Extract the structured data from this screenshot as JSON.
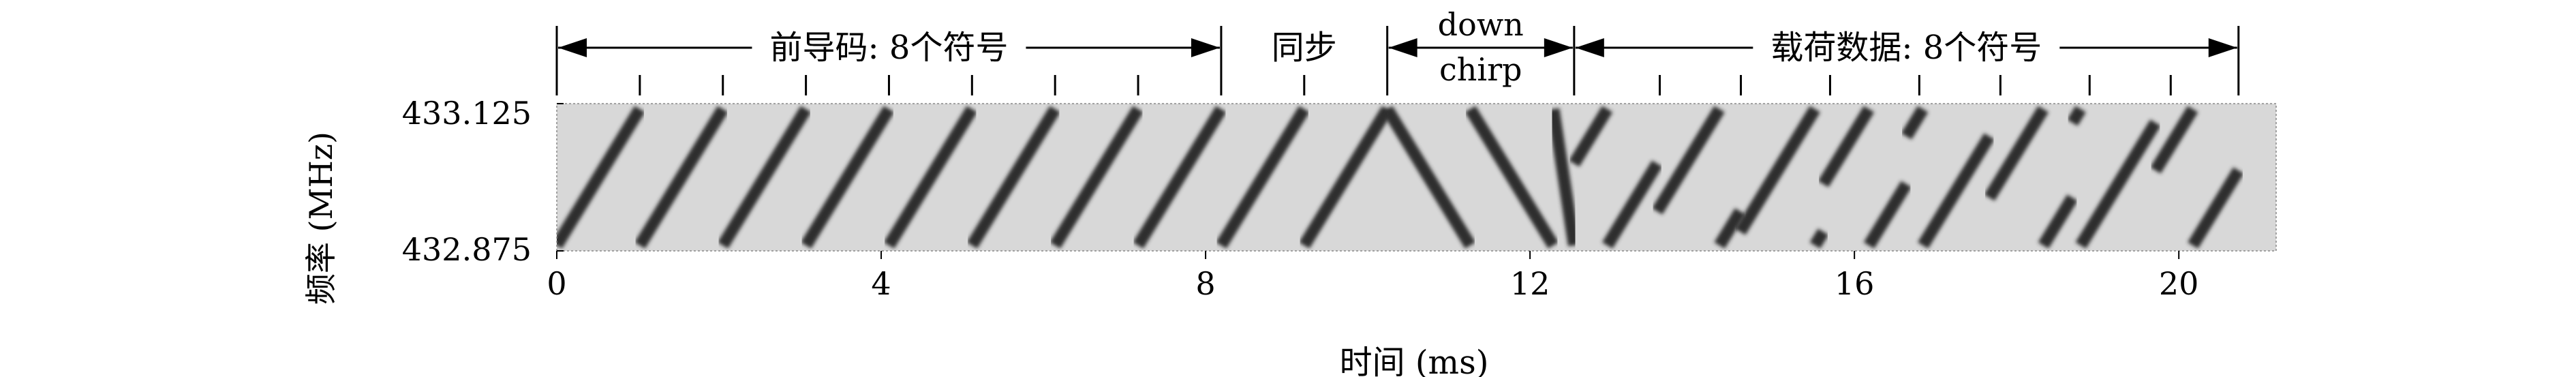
{
  "chart_data": {
    "type": "heatmap",
    "subtype": "spectrogram",
    "title": "",
    "xlabel": "时间 (ms)",
    "ylabel": "频率 (MHz)",
    "xlim": [
      0,
      21.2
    ],
    "ylim": [
      432.875,
      433.125
    ],
    "x_ticks": [
      0,
      4,
      8,
      12,
      16,
      20
    ],
    "x_tick_labels": [
      "0",
      "4",
      "8",
      "12",
      "16",
      "20"
    ],
    "y_ticks": [
      432.875,
      433.125
    ],
    "y_tick_labels": [
      "432.875",
      "433.125"
    ],
    "symbol_duration_ms": 1.024,
    "sections": [
      {
        "label": "前导码: 8个符号",
        "start": 0.0,
        "end": 8.192
      },
      {
        "label": "同步",
        "start": 8.192,
        "end": 10.24
      },
      {
        "label": "down chirp",
        "line1": "down",
        "line2": "chirp",
        "start": 10.24,
        "end": 12.544
      },
      {
        "label": "载荷数据: 8个符号",
        "start": 12.544,
        "end": 20.736
      }
    ],
    "symbol_ticks": [
      1.024,
      2.048,
      3.072,
      4.096,
      5.12,
      6.144,
      7.168,
      9.216,
      13.6,
      14.6,
      15.7,
      16.8,
      17.8,
      18.9,
      19.9
    ],
    "chirps": [
      {
        "type": "up",
        "start": 0.0,
        "duration": 1.024,
        "offset": 0.0
      },
      {
        "type": "up",
        "start": 1.024,
        "duration": 1.024,
        "offset": 0.0
      },
      {
        "type": "up",
        "start": 2.048,
        "duration": 1.024,
        "offset": 0.0
      },
      {
        "type": "up",
        "start": 3.072,
        "duration": 1.024,
        "offset": 0.0
      },
      {
        "type": "up",
        "start": 4.096,
        "duration": 1.024,
        "offset": 0.0
      },
      {
        "type": "up",
        "start": 5.12,
        "duration": 1.024,
        "offset": 0.0
      },
      {
        "type": "up",
        "start": 6.144,
        "duration": 1.024,
        "offset": 0.0
      },
      {
        "type": "up",
        "start": 7.168,
        "duration": 1.024,
        "offset": 0.0
      },
      {
        "type": "up",
        "start": 8.192,
        "duration": 1.024,
        "offset": 0.0
      },
      {
        "type": "up",
        "start": 9.216,
        "duration": 1.024,
        "offset": 0.0
      },
      {
        "type": "down",
        "start": 10.24,
        "duration": 1.024,
        "offset": 0.0
      },
      {
        "type": "down",
        "start": 11.264,
        "duration": 1.024,
        "offset": 0.0
      },
      {
        "type": "down",
        "start": 12.288,
        "duration": 0.256,
        "offset": 0.0
      },
      {
        "type": "up",
        "start": 12.544,
        "duration": 1.024,
        "offset": 0.6
      },
      {
        "type": "up",
        "start": 13.568,
        "duration": 1.024,
        "offset": 0.25
      },
      {
        "type": "up",
        "start": 14.592,
        "duration": 1.024,
        "offset": 0.1
      },
      {
        "type": "up",
        "start": 15.616,
        "duration": 1.024,
        "offset": 0.45
      },
      {
        "type": "up",
        "start": 16.64,
        "duration": 1.024,
        "offset": 0.8
      },
      {
        "type": "up",
        "start": 17.664,
        "duration": 1.024,
        "offset": 0.35
      },
      {
        "type": "up",
        "start": 18.688,
        "duration": 1.024,
        "offset": 0.9
      },
      {
        "type": "up",
        "start": 19.712,
        "duration": 1.024,
        "offset": 0.55
      }
    ],
    "colors": {
      "background": "#d8d8d8",
      "chirp": "#2e2e2e",
      "axis": "#000000"
    }
  }
}
